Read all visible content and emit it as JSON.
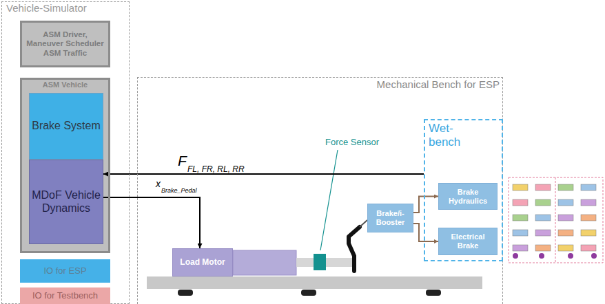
{
  "diagram": {
    "nodes": [
      {
        "text": [
          "Vehicle-Simulator"
        ]
      },
      {
        "text": [
          "ASM Driver, Maneuver Scheduler ASM Traffic"
        ],
        "in": 0
      },
      {
        "text": [
          "ASM Vehicle"
        ],
        "in": 0
      },
      {
        "text": [
          "Brake System"
        ],
        "in": 2
      },
      {
        "text": [
          "MDoF Vehicle Dynamics"
        ],
        "in": 2
      },
      {
        "text": [
          "IO for ESP"
        ],
        "in": 0
      },
      {
        "text": [
          "IO for Testbench"
        ],
        "in": 0
      },
      {
        "text": [
          "Mechanical Bench for ESP"
        ]
      },
      {
        "text": [
          "Load Motor"
        ],
        "in": 7
      },
      {
        "text": [
          "Brake/i-Booster"
        ],
        "in": 7
      },
      {
        "text": [
          "Wet-bench"
        ],
        "in": 7
      },
      {
        "text": [
          "Brake Hydraulics"
        ],
        "in": 10
      },
      {
        "text": [
          "Electrical Brake"
        ],
        "in": 10
      }
    ],
    "edges": [
      {
        "from": 10,
        "to": 4,
        "arrow": "to",
        "label": "F"
      },
      {
        "from": 4,
        "to": 8,
        "arrow": "to",
        "label": "x"
      },
      {
        "from": 9,
        "to": 11,
        "arrow": "to"
      },
      {
        "from": 9,
        "to": 12,
        "arrow": "to"
      }
    ],
    "labels": [
      "FL, FR, RL, RR",
      "Brake_Pedal",
      "Force Sensor"
    ]
  }
}
